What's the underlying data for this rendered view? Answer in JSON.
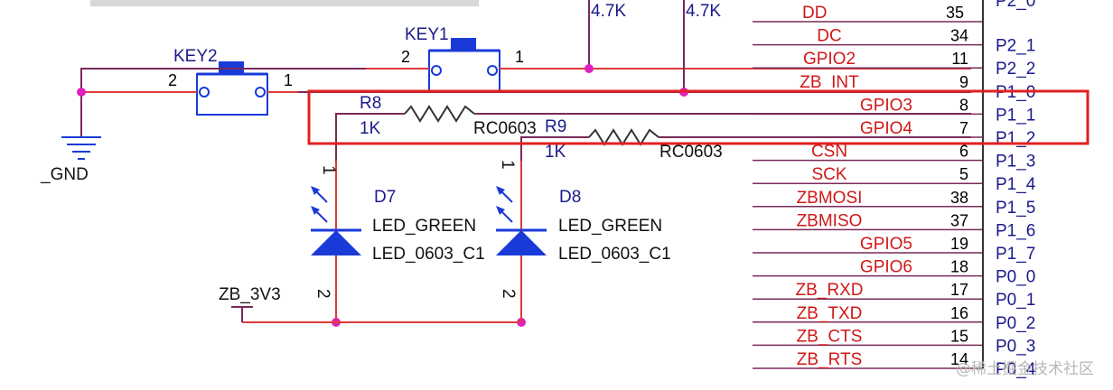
{
  "colors": {
    "wire_red": "#e03a3a",
    "wire_purple": "#7a2a5a",
    "net_label_red": "#d01818",
    "ref_blue": "#1a1a8c",
    "led_blue": "#1a3ad8",
    "junction": "#e020c0",
    "highlight_box": "#e02020"
  },
  "keys": {
    "key1": {
      "ref": "KEY1",
      "pin_left": "2",
      "pin_right": "1"
    },
    "key2": {
      "ref": "KEY2",
      "pin_left": "2",
      "pin_right": "1"
    }
  },
  "gnd_label": "_GND",
  "power_label": "ZB_3V3",
  "pullups": {
    "r_left": "4.7K",
    "r_right": "4.7K"
  },
  "resistors": {
    "r8": {
      "ref": "R8",
      "value": "1K",
      "package": "RC0603"
    },
    "r9": {
      "ref": "R9",
      "value": "1K",
      "package": "RC0603"
    }
  },
  "leds": {
    "d7": {
      "ref": "D7",
      "value": "LED_GREEN",
      "package": "LED_0603_C1",
      "pin_top": "1",
      "pin_bottom": "2"
    },
    "d8": {
      "ref": "D8",
      "value": "LED_GREEN",
      "package": "LED_0603_C1",
      "pin_top": "1",
      "pin_bottom": "2"
    }
  },
  "top_row": {
    "net": "DD",
    "pin": "35",
    "port": "P2_0"
  },
  "nets": [
    {
      "net": "DC",
      "pin": "34",
      "port": "P2_1"
    },
    {
      "net": "GPIO2",
      "pin": "11",
      "port": "P2_2"
    },
    {
      "net": "ZB_INT",
      "pin": "9",
      "port": "P1_0"
    },
    {
      "net": "GPIO3",
      "pin": "8",
      "port": "P1_1"
    },
    {
      "net": "GPIO4",
      "pin": "7",
      "port": "P1_2"
    },
    {
      "net": "CSN",
      "pin": "6",
      "port": "P1_3"
    },
    {
      "net": "SCK",
      "pin": "5",
      "port": "P1_4"
    },
    {
      "net": "ZBMOSI",
      "pin": "38",
      "port": "P1_5"
    },
    {
      "net": "ZBMISO",
      "pin": "37",
      "port": "P1_6"
    },
    {
      "net": "GPIO5",
      "pin": "19",
      "port": "P1_7"
    },
    {
      "net": "GPIO6",
      "pin": "18",
      "port": "P0_0"
    },
    {
      "net": "ZB_RXD",
      "pin": "17",
      "port": "P0_1"
    },
    {
      "net": "ZB_TXD",
      "pin": "16",
      "port": "P0_2"
    },
    {
      "net": "ZB_CTS",
      "pin": "15",
      "port": "P0_3"
    },
    {
      "net": "ZB_RTS",
      "pin": "14",
      "port": "P0_4"
    }
  ],
  "watermark": "@稀土掘金技术社区"
}
